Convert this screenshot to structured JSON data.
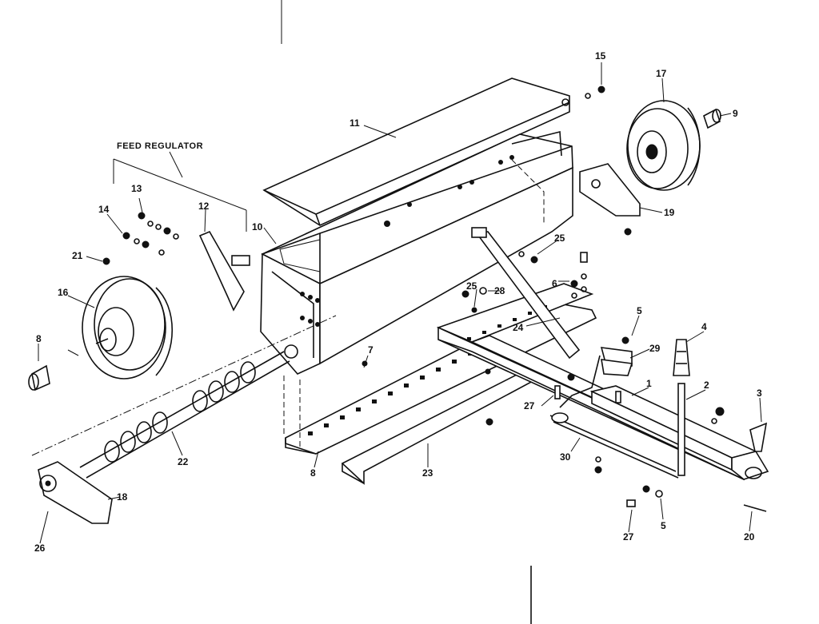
{
  "diagram": {
    "title": "FEED REGULATOR",
    "callouts": [
      {
        "id": "c1",
        "text": "1"
      },
      {
        "id": "c2",
        "text": "2"
      },
      {
        "id": "c3",
        "text": "3"
      },
      {
        "id": "c4",
        "text": "4"
      },
      {
        "id": "c5a",
        "text": "5"
      },
      {
        "id": "c5b",
        "text": "5"
      },
      {
        "id": "c6",
        "text": "6"
      },
      {
        "id": "c7",
        "text": "7"
      },
      {
        "id": "c8a",
        "text": "8"
      },
      {
        "id": "c8b",
        "text": "8"
      },
      {
        "id": "c9",
        "text": "9"
      },
      {
        "id": "c10",
        "text": "10"
      },
      {
        "id": "c11",
        "text": "11"
      },
      {
        "id": "c12",
        "text": "12"
      },
      {
        "id": "c13",
        "text": "13"
      },
      {
        "id": "c14",
        "text": "14"
      },
      {
        "id": "c15",
        "text": "15"
      },
      {
        "id": "c16",
        "text": "16"
      },
      {
        "id": "c17",
        "text": "17"
      },
      {
        "id": "c18",
        "text": "18"
      },
      {
        "id": "c19",
        "text": "19"
      },
      {
        "id": "c20",
        "text": "20"
      },
      {
        "id": "c21",
        "text": "21"
      },
      {
        "id": "c22",
        "text": "22"
      },
      {
        "id": "c23",
        "text": "23"
      },
      {
        "id": "c24",
        "text": "24"
      },
      {
        "id": "c25a",
        "text": "25"
      },
      {
        "id": "c25b",
        "text": "25"
      },
      {
        "id": "c26",
        "text": "26"
      },
      {
        "id": "c27a",
        "text": "27"
      },
      {
        "id": "c27b",
        "text": "27"
      },
      {
        "id": "c28",
        "text": "28"
      },
      {
        "id": "c29",
        "text": "29"
      },
      {
        "id": "c30",
        "text": "30"
      }
    ]
  }
}
